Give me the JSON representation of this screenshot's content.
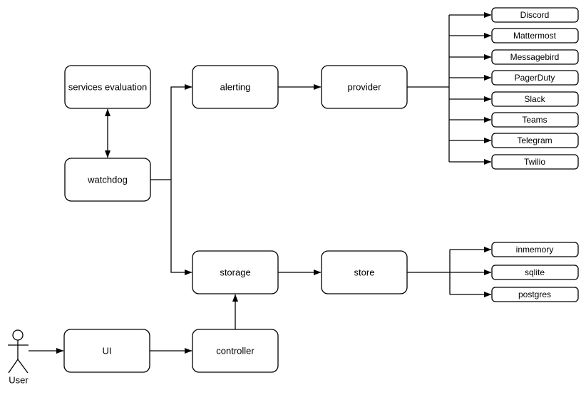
{
  "diagram": {
    "nodes": {
      "services_evaluation": {
        "label": "services evaluation"
      },
      "watchdog": {
        "label": "watchdog"
      },
      "alerting": {
        "label": "alerting"
      },
      "provider": {
        "label": "provider"
      },
      "storage": {
        "label": "storage"
      },
      "store": {
        "label": "store"
      },
      "ui": {
        "label": "UI"
      },
      "controller": {
        "label": "controller"
      }
    },
    "providers": [
      "Discord",
      "Mattermost",
      "Messagebird",
      "PagerDuty",
      "Slack",
      "Teams",
      "Telegram",
      "Twilio"
    ],
    "stores": [
      "inmemory",
      "sqlite",
      "postgres"
    ],
    "actor": {
      "label": "User"
    },
    "colors": {
      "stroke": "#000000",
      "box_fill": "#ffffff",
      "text": "#000000",
      "background": "#ffffff"
    }
  }
}
